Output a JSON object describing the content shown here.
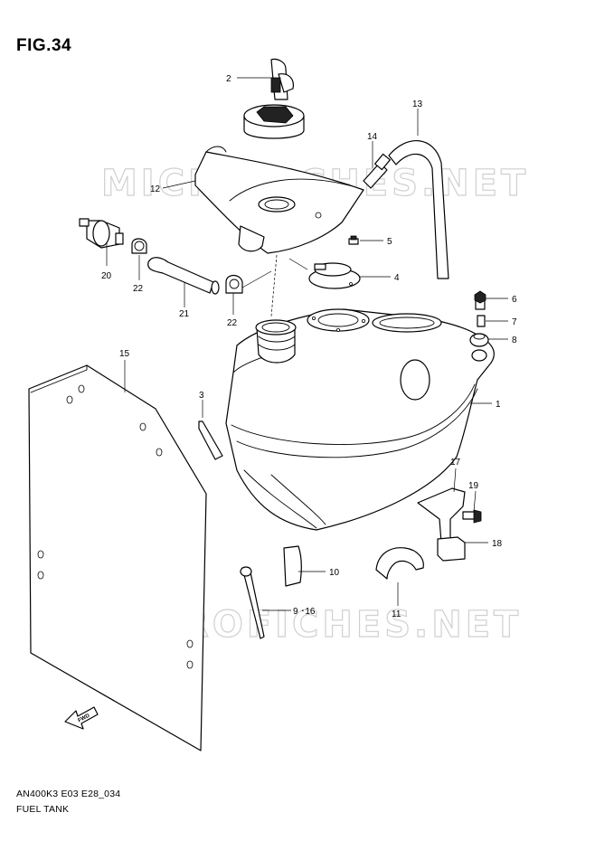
{
  "figure": {
    "title": "FIG.34"
  },
  "watermarks": [
    "MICROFICHES.NET",
    "MICROFICHES.NET"
  ],
  "callouts": [
    {
      "id": "c1",
      "text": "1"
    },
    {
      "id": "c2",
      "text": "2"
    },
    {
      "id": "c3",
      "text": "3"
    },
    {
      "id": "c4",
      "text": "4"
    },
    {
      "id": "c5",
      "text": "5"
    },
    {
      "id": "c6",
      "text": "6"
    },
    {
      "id": "c7",
      "text": "7"
    },
    {
      "id": "c8",
      "text": "8"
    },
    {
      "id": "c9",
      "text": "9 ･16"
    },
    {
      "id": "c10",
      "text": "10"
    },
    {
      "id": "c11",
      "text": "11"
    },
    {
      "id": "c12",
      "text": "12"
    },
    {
      "id": "c13",
      "text": "13"
    },
    {
      "id": "c14",
      "text": "14"
    },
    {
      "id": "c15",
      "text": "15"
    },
    {
      "id": "c17",
      "text": "17"
    },
    {
      "id": "c18",
      "text": "18"
    },
    {
      "id": "c19",
      "text": "19"
    },
    {
      "id": "c20",
      "text": "20"
    },
    {
      "id": "c21",
      "text": "21"
    },
    {
      "id": "c22a",
      "text": "22"
    },
    {
      "id": "c22b",
      "text": "22"
    }
  ],
  "direction_arrow": {
    "label": "FWD",
    "icon": "forward-arrow-icon"
  },
  "footer": {
    "code": "AN400K3 E03 E28_034",
    "name": "FUEL TANK"
  }
}
